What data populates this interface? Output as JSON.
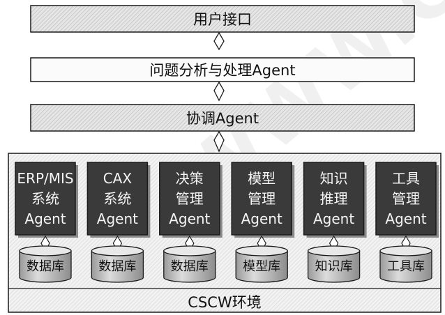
{
  "layers": {
    "user_interface": "用户接口",
    "problem_analysis": "问题分析与处理Agent",
    "coordination": "协调Agent"
  },
  "agents": [
    {
      "lines": [
        "ERP/MIS",
        "系统",
        "Agent"
      ],
      "db": "数据库"
    },
    {
      "lines": [
        "CAX",
        "系统",
        "Agent"
      ],
      "db": "数据库"
    },
    {
      "lines": [
        "决策",
        "管理",
        "Agent"
      ],
      "db": "数据库"
    },
    {
      "lines": [
        "模型",
        "管理",
        "Agent"
      ],
      "db": "模型库"
    },
    {
      "lines": [
        "知识",
        "推理",
        "Agent"
      ],
      "db": "知识库"
    },
    {
      "lines": [
        "工具",
        "管理",
        "Agent"
      ],
      "db": "工具库"
    }
  ],
  "environment": "CSCW环境",
  "watermark": "WWW.C",
  "colors": {
    "layer_fill": "#e2e2e2",
    "agent_fill": "#3a3a3a",
    "db_fill": "#cfcfcf",
    "outline": "#1a1a1a",
    "bg": "#ffffff"
  }
}
